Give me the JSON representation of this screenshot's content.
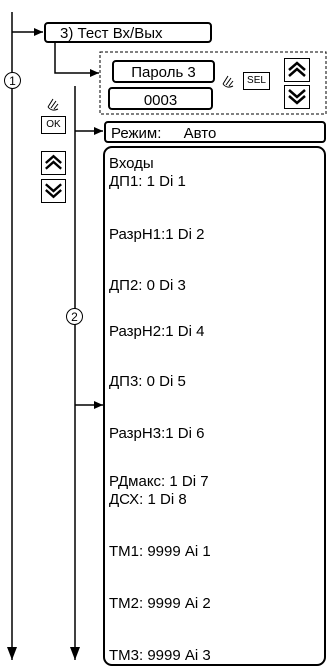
{
  "diagram": {
    "menu_title": "3) Тест Вх/Вых",
    "password_label": "Пароль 3",
    "password_value": "0003",
    "sel_label": "SEL",
    "ok_label": "OK",
    "mode_label": "Режим:",
    "mode_value": "Авто",
    "step_1": "1",
    "step_2": "2",
    "inputs_header": "Входы",
    "items": [
      "ДП1: 1  Di 1",
      "РазрН1:1  Di 2",
      "ДП2: 0  Di 3",
      "РазрН2:1  Di 4",
      "ДП3: 0  Di 5",
      "РазрН3:1  Di 6",
      "РДмакс: 1  Di 7",
      "ДСХ: 1  Di 8",
      "ТМ1: 9999  Ai 1",
      "ТМ2: 9999  Ai 2",
      "ТМ3: 9999  Ai 3"
    ],
    "icons": {
      "hand": "pointing-hand-icon",
      "up": "double-chevron-up-icon",
      "down": "double-chevron-down-icon"
    }
  }
}
